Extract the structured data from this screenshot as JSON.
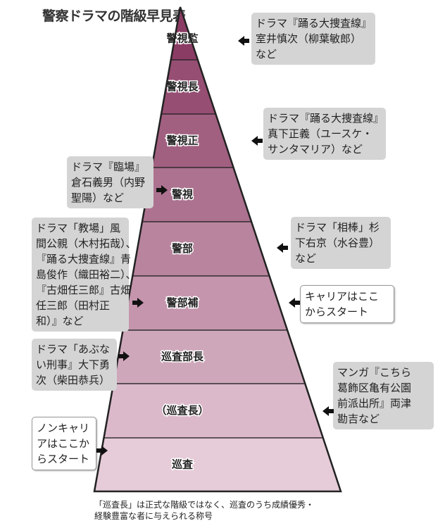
{
  "title": "警察ドラマの階級早見表",
  "levels": [
    "警視監",
    "警視長",
    "警視正",
    "警視",
    "警部",
    "警部補",
    "巡査部長",
    "（巡査長）",
    "巡査"
  ],
  "colors": {
    "top": "#8b3c64",
    "bottom": "#e6cbd8",
    "outline": "#222222"
  },
  "callouts": [
    {
      "lines": [
        "ドラマ『踊る大捜査線』",
        "室井慎次（柳葉敏郎）",
        "など"
      ]
    },
    {
      "lines": [
        "ドラマ『踊る大捜査線』",
        "真下正義（ユースケ・",
        "サンタマリア）など"
      ]
    },
    {
      "lines": [
        "ドラマ『臨場』",
        "倉石義男（内野",
        "聖陽）など"
      ]
    },
    {
      "lines": [
        "ドラマ「相棒」杉",
        "下右京（水谷豊）",
        "など"
      ]
    },
    {
      "lines": [
        "ドラマ「教場」風",
        "間公親（木村拓哉）、",
        "『踊る大捜査線』青",
        "島俊作（織田裕二）、",
        "『古畑任三郎』古畑",
        "任三郎（田村正",
        "和）』など"
      ]
    },
    {
      "lines": [
        "キャリアはここ",
        "からスタート"
      ]
    },
    {
      "lines": [
        "ドラマ「あぶな",
        "い刑事』大下勇",
        "次（柴田恭兵）"
      ]
    },
    {
      "lines": [
        "マンガ『こちら",
        "葛飾区亀有公園",
        "前派出所』両津",
        "勘吉など"
      ]
    },
    {
      "lines": [
        "ノンキャリ",
        "アはここか",
        "らスタート"
      ]
    }
  ],
  "note": [
    "「巡査長」は正式な階級ではなく、巡査のうち成績優秀・",
    "経験豊富な者に与えられる称号"
  ]
}
